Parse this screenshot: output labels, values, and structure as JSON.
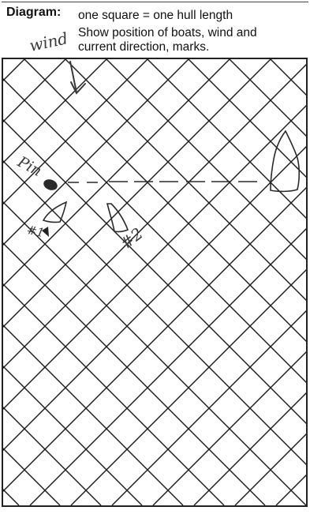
{
  "header": {
    "label": "Diagram:",
    "line1": "one square = one hull length",
    "line2": "Show position of boats, wind and",
    "line3": "current direction, marks."
  },
  "annotations": {
    "wind": "wind",
    "pin": "Pin",
    "boat1": "#1",
    "boat2": "#2"
  },
  "colors": {
    "grid": "#1a1a1a",
    "pencil": "#3a3a3a",
    "ink": "#111111"
  }
}
